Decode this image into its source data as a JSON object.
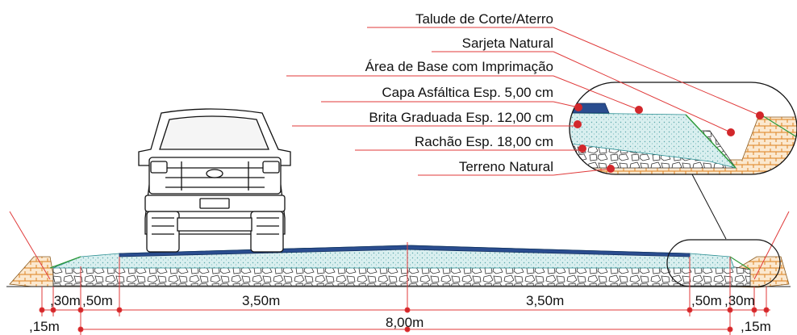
{
  "legend": {
    "items": [
      "Talude de Corte/Aterro",
      "Sarjeta Natural",
      "Área de Base com Imprimação",
      "Capa Asfáltica Esp. 5,00 cm",
      "Brita Graduada Esp. 12,00 cm",
      "Rachão Esp. 18,00 cm",
      "Terreno Natural"
    ]
  },
  "dimensions": {
    "top_row": [
      ",30m",
      ",50m",
      "3,50m",
      "3,50m",
      ",50m",
      ",30m"
    ],
    "bottom_row": [
      ",15m",
      "8,00m",
      ",15m"
    ]
  },
  "colors": {
    "leader_red": "#e03a3a",
    "dot_red": "#d2272b",
    "asphalt_blue": "#2a4d8f",
    "gravel_cyan": "#cde9ea",
    "soil_orange": "#e08a2c",
    "slope_green": "#2c9a3a"
  },
  "icons": {
    "vehicle": "pickup-truck-front-icon"
  }
}
